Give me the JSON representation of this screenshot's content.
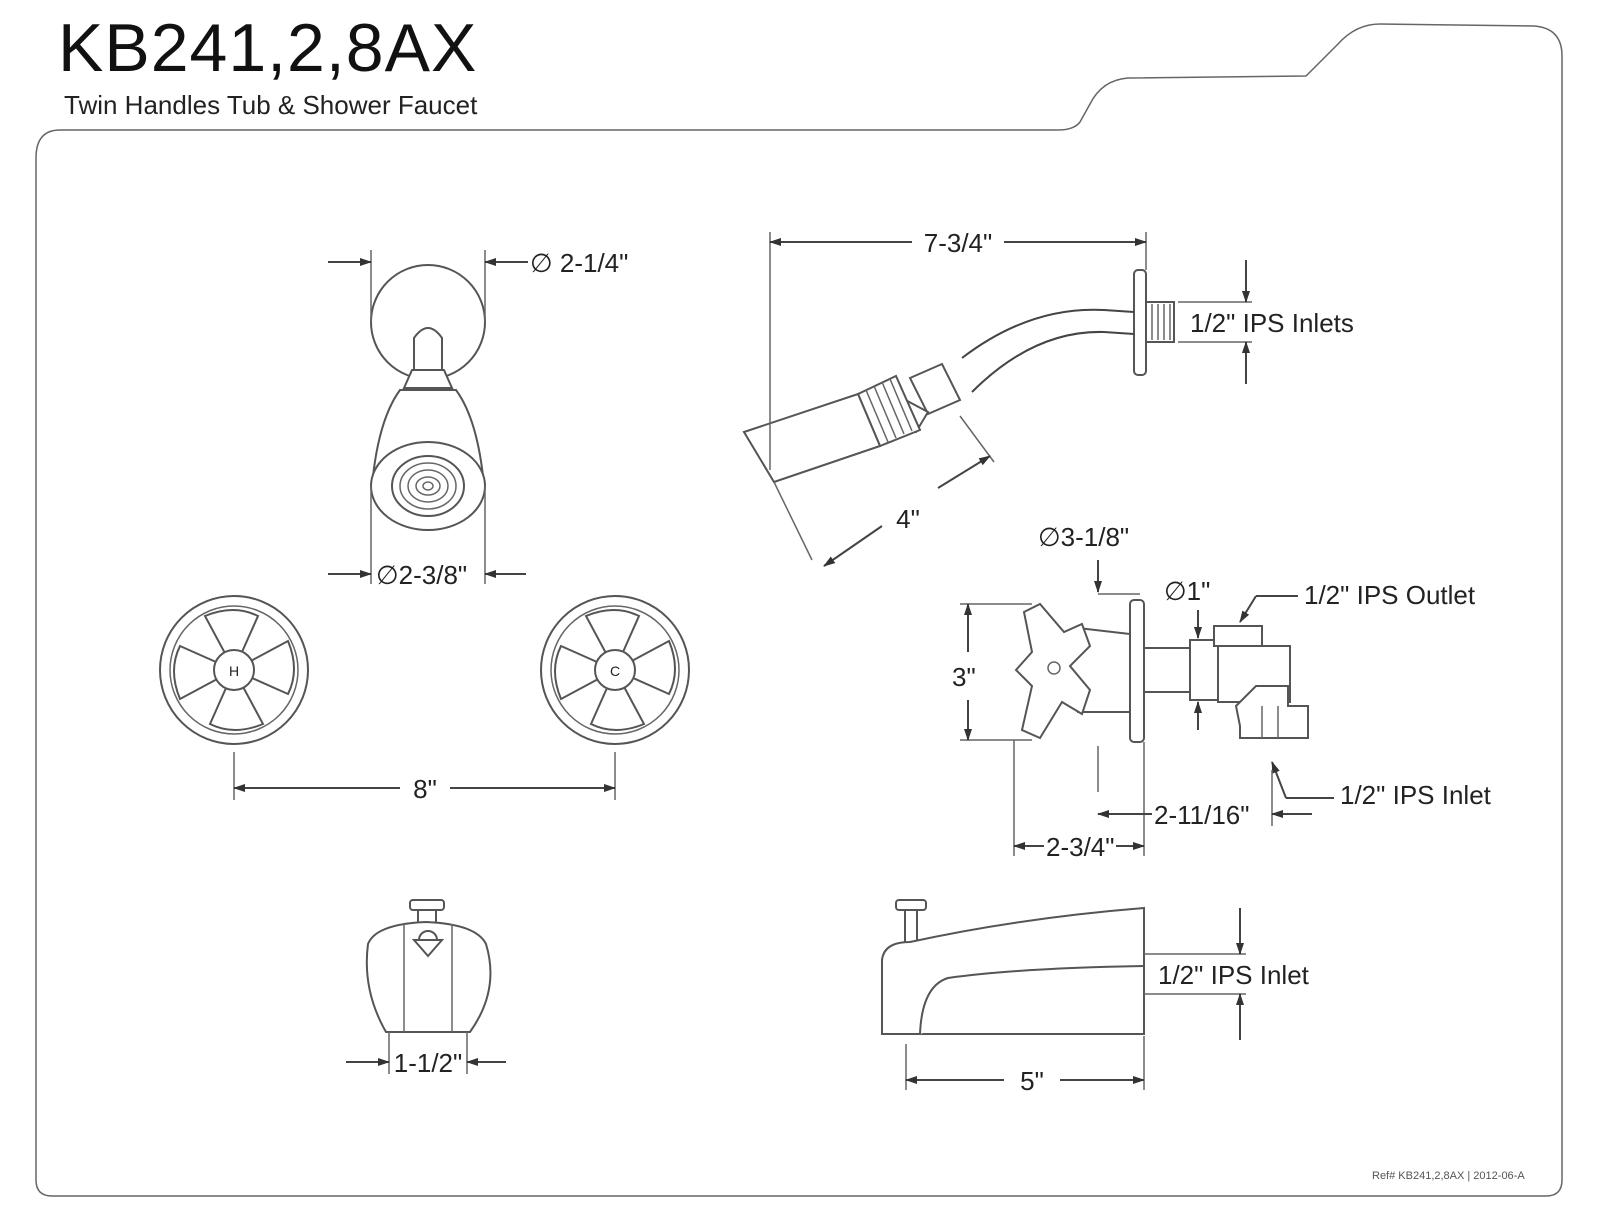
{
  "header": {
    "model": "KB241,2,8AX",
    "subtitle": "Twin Handles Tub & Shower Faucet"
  },
  "footer": {
    "reference": "Ref# KB241,2,8AX | 2012-06-A"
  },
  "dimensions": {
    "flange_diameter": "∅ 2-1/4\"",
    "head_diameter": "∅2-3/8\"",
    "arm_length": "7-3/4\"",
    "arm_inlet": "1/2\" IPS Inlets",
    "head_length": "4\"",
    "escutcheon_diameter": "∅3-1/8\"",
    "stem_diameter": "∅1\"",
    "valve_outlet": "1/2\" IPS Outlet",
    "handle_height": "3\"",
    "valve_inlet": "1/2\" IPS Inlet",
    "valve_depth_a": "2-11/16\"",
    "valve_depth_b": "2-3/4\"",
    "handle_spacing": "8\"",
    "spout_width": "1-1/2\"",
    "spout_inlet": "1/2\" IPS Inlet",
    "spout_length": "5\""
  },
  "handle_marks": {
    "hot": "H",
    "cold": "C"
  }
}
